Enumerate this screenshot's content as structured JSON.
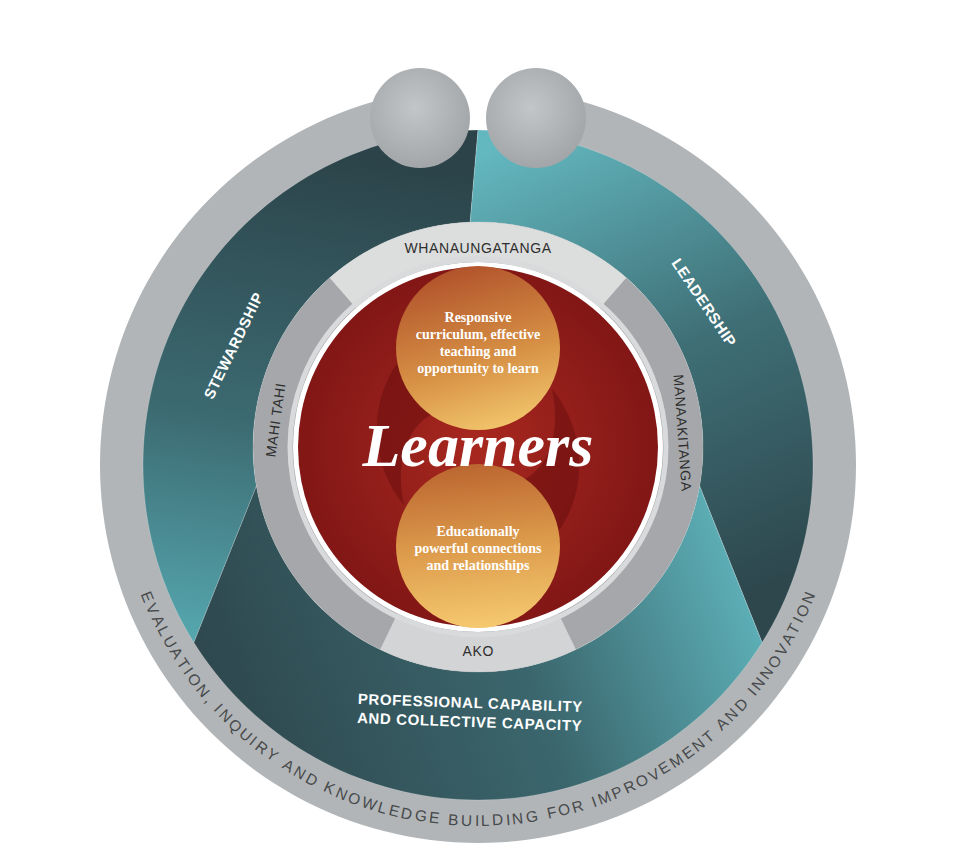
{
  "diagram": {
    "nodes": [
      {
        "text": [
          "EVALUATION, INQUIRY AND KNOWLEDGE BUILDING FOR IMPROVEMENT AND INNOVATION"
        ]
      },
      {
        "text": [
          "STEWARDSHIP"
        ],
        "in": 0
      },
      {
        "text": [
          "LEADERSHIP"
        ],
        "in": 0
      },
      {
        "text": [
          "PROFESSIONAL CAPABILITY AND COLLECTIVE CAPACITY"
        ],
        "in": 0
      },
      {
        "text": [
          "WHANAUNGATANGA",
          "MANAAKITANGA",
          "AKO",
          "MAHI TAHI"
        ],
        "in": 0
      },
      {
        "text": [
          "Learners"
        ],
        "in": 4
      },
      {
        "text": [
          "Responsive curriculum, effective teaching and opportunity to learn"
        ],
        "in": 5
      },
      {
        "text": [
          "Educationally powerful connections and relationships"
        ],
        "in": 5
      }
    ]
  }
}
